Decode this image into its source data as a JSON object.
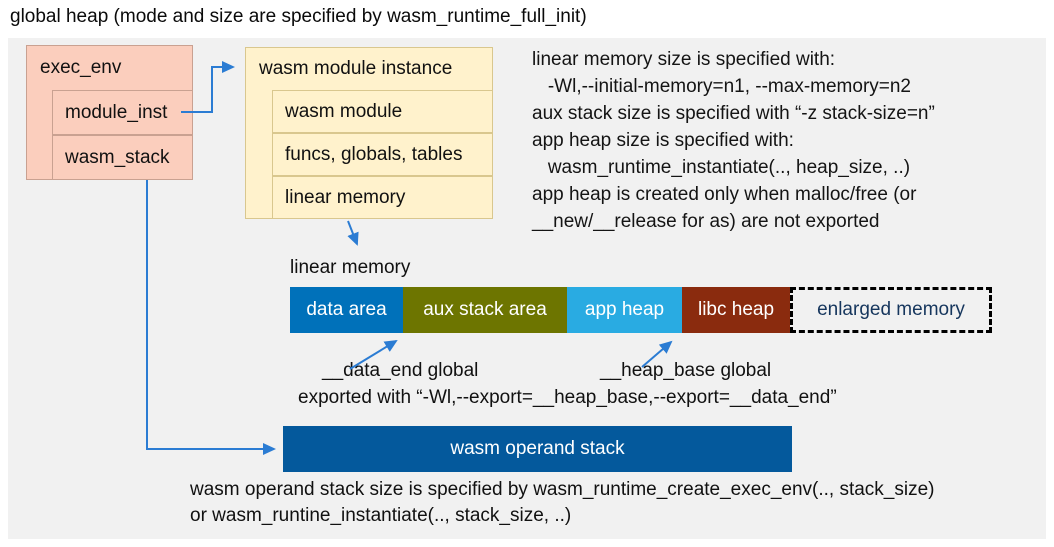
{
  "title": "global heap (mode and size are specified by wasm_runtime_full_init)",
  "exec_env": {
    "header": "exec_env",
    "rows": [
      "module_inst",
      "wasm_stack"
    ]
  },
  "module_instance": {
    "header": "wasm module instance",
    "rows": [
      "wasm module",
      "funcs, globals, tables",
      "linear memory"
    ]
  },
  "info": {
    "lines": [
      "linear memory size is specified with:",
      "   -Wl,--initial-memory=n1, --max-memory=n2",
      "aux stack size is specified with “-z stack-size=n”",
      "app heap size is specified with:",
      "   wasm_runtime_instantiate(.., heap_size, ..)",
      "app heap is created only when malloc/free (or",
      "__new/__release for as) are not exported"
    ]
  },
  "linear_memory": {
    "label": "linear memory",
    "segments": [
      {
        "label": "data area",
        "color": "#0071BA"
      },
      {
        "label": "aux stack area",
        "color": "#6D7500"
      },
      {
        "label": "app heap",
        "color": "#29ABE2"
      },
      {
        "label": "libc heap",
        "color": "#8A2B0E"
      },
      {
        "label": "enlarged memory",
        "color": "dashed-outline"
      }
    ]
  },
  "annotations": {
    "data_end": "__data_end global",
    "heap_base": "__heap_base global",
    "exported": "exported with “-Wl,--export=__heap_base,--export=__data_end”"
  },
  "operand_stack": {
    "label": "wasm operand stack",
    "color": "#04599C"
  },
  "footer": {
    "line1": "wasm operand stack size is specified by wasm_runtime_create_exec_env(.., stack_size)",
    "line2": "or wasm_runtine_instantiate(.., stack_size, ..)"
  },
  "colors": {
    "panel_bg": "#F1F1F1",
    "exec_env_fill": "#FBCEBD",
    "module_instance_fill": "#FFF2CC",
    "enlarged_memory_text": "#16365D",
    "arrow": "#2B7CD3"
  }
}
